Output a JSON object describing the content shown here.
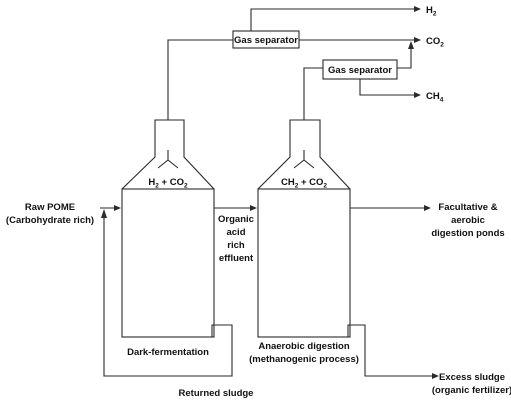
{
  "diagram": {
    "separator_1": "Gas separator",
    "separator_2": "Gas separator",
    "h2_out": {
      "base": "H",
      "sub": "2"
    },
    "co2_out": {
      "base": "CO",
      "sub": "2"
    },
    "ch4_out": {
      "base": "CH",
      "sub": "4"
    },
    "reactor_1_gas": {
      "a": "H",
      "a_sub": "2",
      "plus": " + CO",
      "b_sub": "2"
    },
    "reactor_2_gas": {
      "a": "CH",
      "a_sub": "2",
      "plus": " + CO",
      "b_sub": "2"
    },
    "input_line1": "Raw POME",
    "input_line2": "(Carbohydrate rich)",
    "mid_line1": "Organic",
    "mid_line2": "acid",
    "mid_line3": "rich",
    "mid_line4": "effluent",
    "output_line1": "Facultative &",
    "output_line2": "aerobic",
    "output_line3": "digestion ponds",
    "reactor_1_label": "Dark-fermentation",
    "reactor_2_line1": "Anaerobic digestion",
    "reactor_2_line2": "(methanogenic process)",
    "excess_line1": "Excess sludge",
    "excess_line2": "(organic fertilizer)",
    "returned_label": "Returned sludge"
  }
}
